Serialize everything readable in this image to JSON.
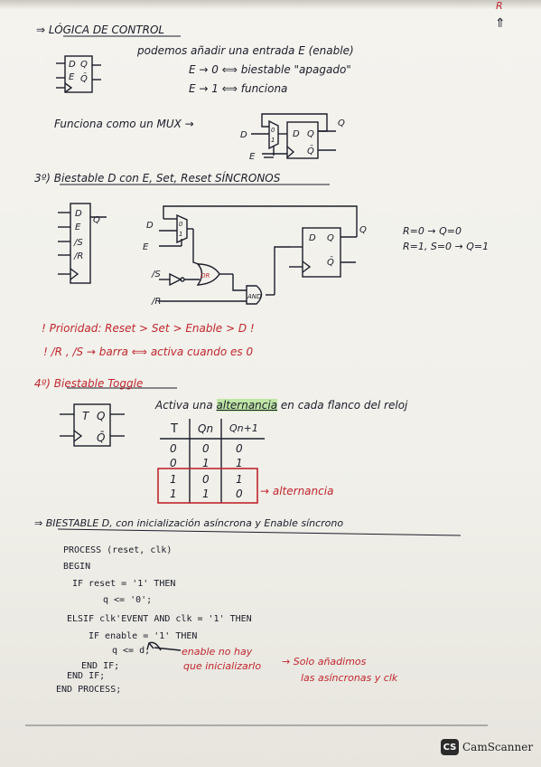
{
  "sec1": {
    "heading": "LÓGICA DE CONTROL",
    "ff": [
      "D",
      "Q",
      "E",
      "Q̄"
    ],
    "note1": "podemos añadir una entrada E (enable)",
    "note2": "E → 0 ⟺ biestable \"apagado\"",
    "note3": "E → 1 ⟺ funciona",
    "mux_text": "Funciona como un MUX →",
    "mux": {
      "d": "D",
      "e": "E",
      "q": "Q",
      "qbar": "Q̄",
      "dlabel": "D",
      "m0": "0",
      "m1": "1"
    }
  },
  "sec2": {
    "heading": "3º) Biestable D con E, Set, Reset SÍNCRONOS",
    "block": [
      "D",
      "Q",
      "E",
      "/S",
      "/R"
    ],
    "circuit": {
      "d": "D",
      "e": "E",
      "s": "/S",
      "r": "/R",
      "or": "OR",
      "and": "AND",
      "q": "Q",
      "fd": "D",
      "fq": "Q",
      "fqbar": "Q̄",
      "m0": "0",
      "m1": "1"
    },
    "eq1": "R=0 → Q=0",
    "eq2": "R=1, S=0 → Q=1",
    "prio": "! Prioridad: Reset > Set > Enable > D !",
    "bar": "! /R , /S → barra ⟺ activa cuando es 0"
  },
  "sec3": {
    "heading": "4º) Biestable Toggle",
    "block": [
      "T",
      "Q",
      "Q̄"
    ],
    "desc_a": "Activa una",
    "desc_hl": "alternancia",
    "desc_b": "en cada flanco del reloj",
    "table": {
      "headers": [
        "T",
        "Qn",
        "Qn+1"
      ],
      "rows": [
        [
          "0",
          "0",
          "0"
        ],
        [
          "0",
          "1",
          "1"
        ],
        [
          "1",
          "0",
          "1"
        ],
        [
          "1",
          "1",
          "0"
        ]
      ]
    },
    "alt_label": "→ alternancia"
  },
  "sec4": {
    "heading": "⇒ BIESTABLE D, con inicialización asíncrona y Enable síncrono",
    "code": [
      "PROCESS (reset, clk)",
      "BEGIN",
      "IF reset = '1' THEN",
      "q <= '0';",
      "ELSIF clk'EVENT AND clk = '1' THEN",
      "IF enable = '1' THEN",
      "q <= d;",
      "END IF;",
      "END IF;",
      "END PROCESS;"
    ],
    "note_a": "enable no hay",
    "note_b": "que inicializarlo",
    "note_c": "→ Solo añadimos",
    "note_d": "las asíncronas y clk"
  },
  "edge": {
    "r": "R",
    "arrow": "⇑"
  },
  "footer": {
    "logo": "CS",
    "brand": "CamScanner"
  },
  "colors": {
    "ink": "#1b1d2a",
    "red": "#c0262e",
    "highlight": "#bfe6a5"
  }
}
